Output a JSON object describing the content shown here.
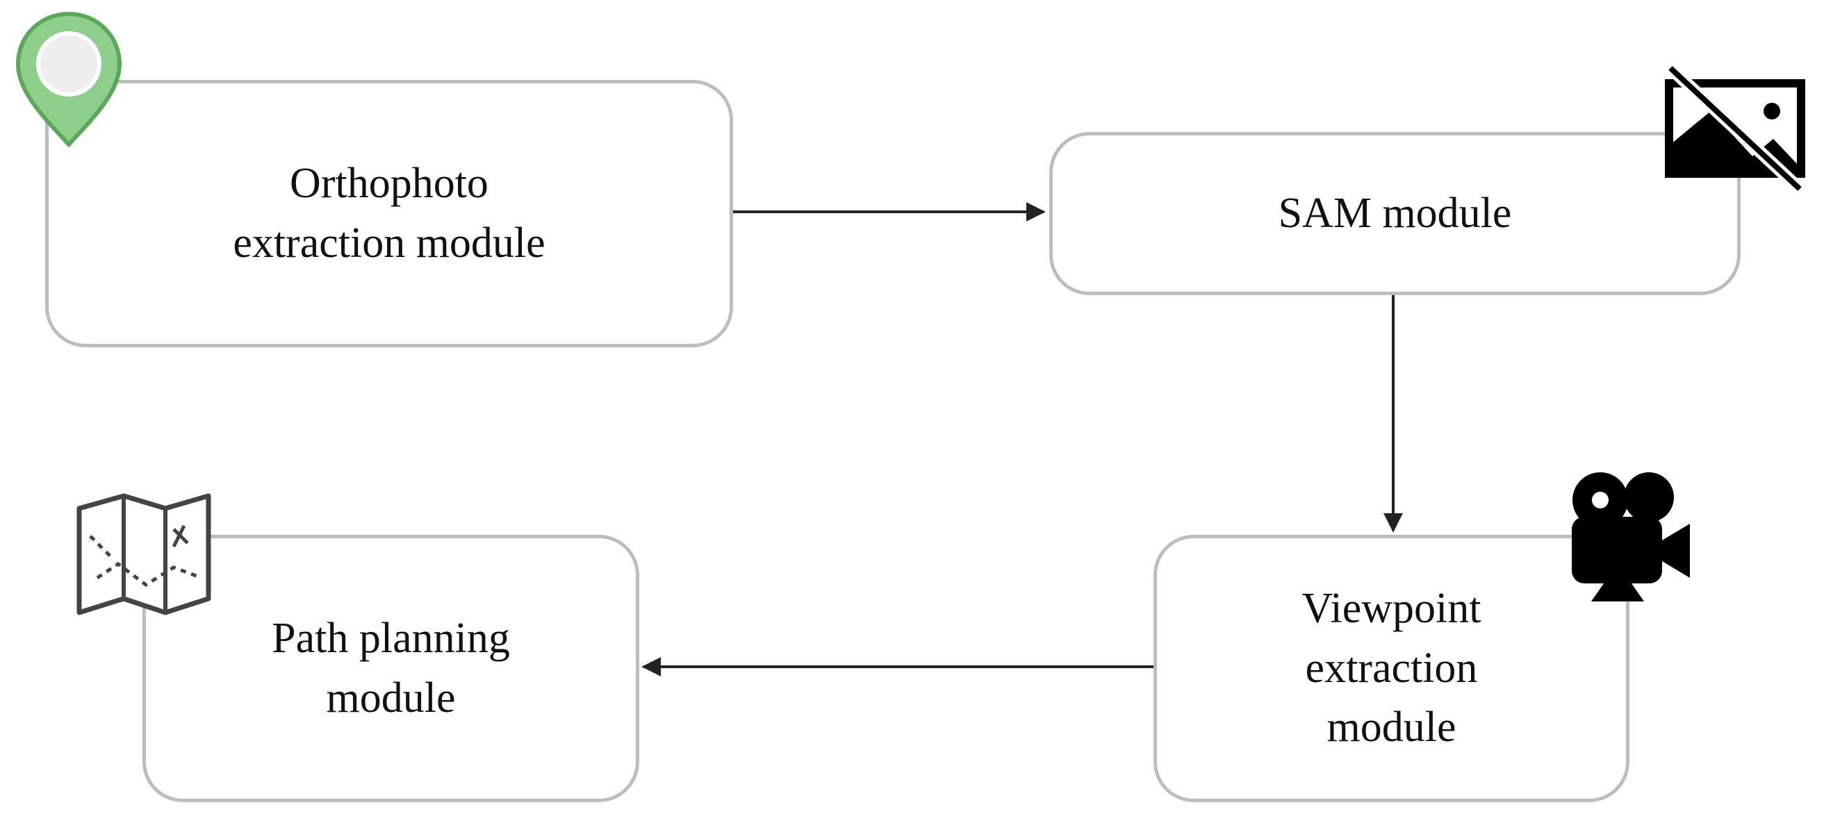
{
  "diagram": {
    "modules": {
      "orthophoto": {
        "label": "Orthophoto\nextraction module",
        "icon": "map-pin-icon"
      },
      "sam": {
        "label": "SAM module",
        "icon": "image-off-icon"
      },
      "viewpoint": {
        "label": "Viewpoint\nextraction\nmodule",
        "icon": "video-camera-icon"
      },
      "path_planning": {
        "label": "Path planning\nmodule",
        "icon": "folded-map-icon"
      }
    },
    "connections": [
      {
        "from": "orthophoto",
        "to": "sam"
      },
      {
        "from": "sam",
        "to": "viewpoint"
      },
      {
        "from": "viewpoint",
        "to": "path_planning"
      }
    ],
    "colors": {
      "box_border": "#bdbdbd",
      "connector": "#222222",
      "pin_fill": "#8ed08b",
      "pin_stroke": "#5aa85a",
      "icon_dark": "#000000"
    }
  }
}
